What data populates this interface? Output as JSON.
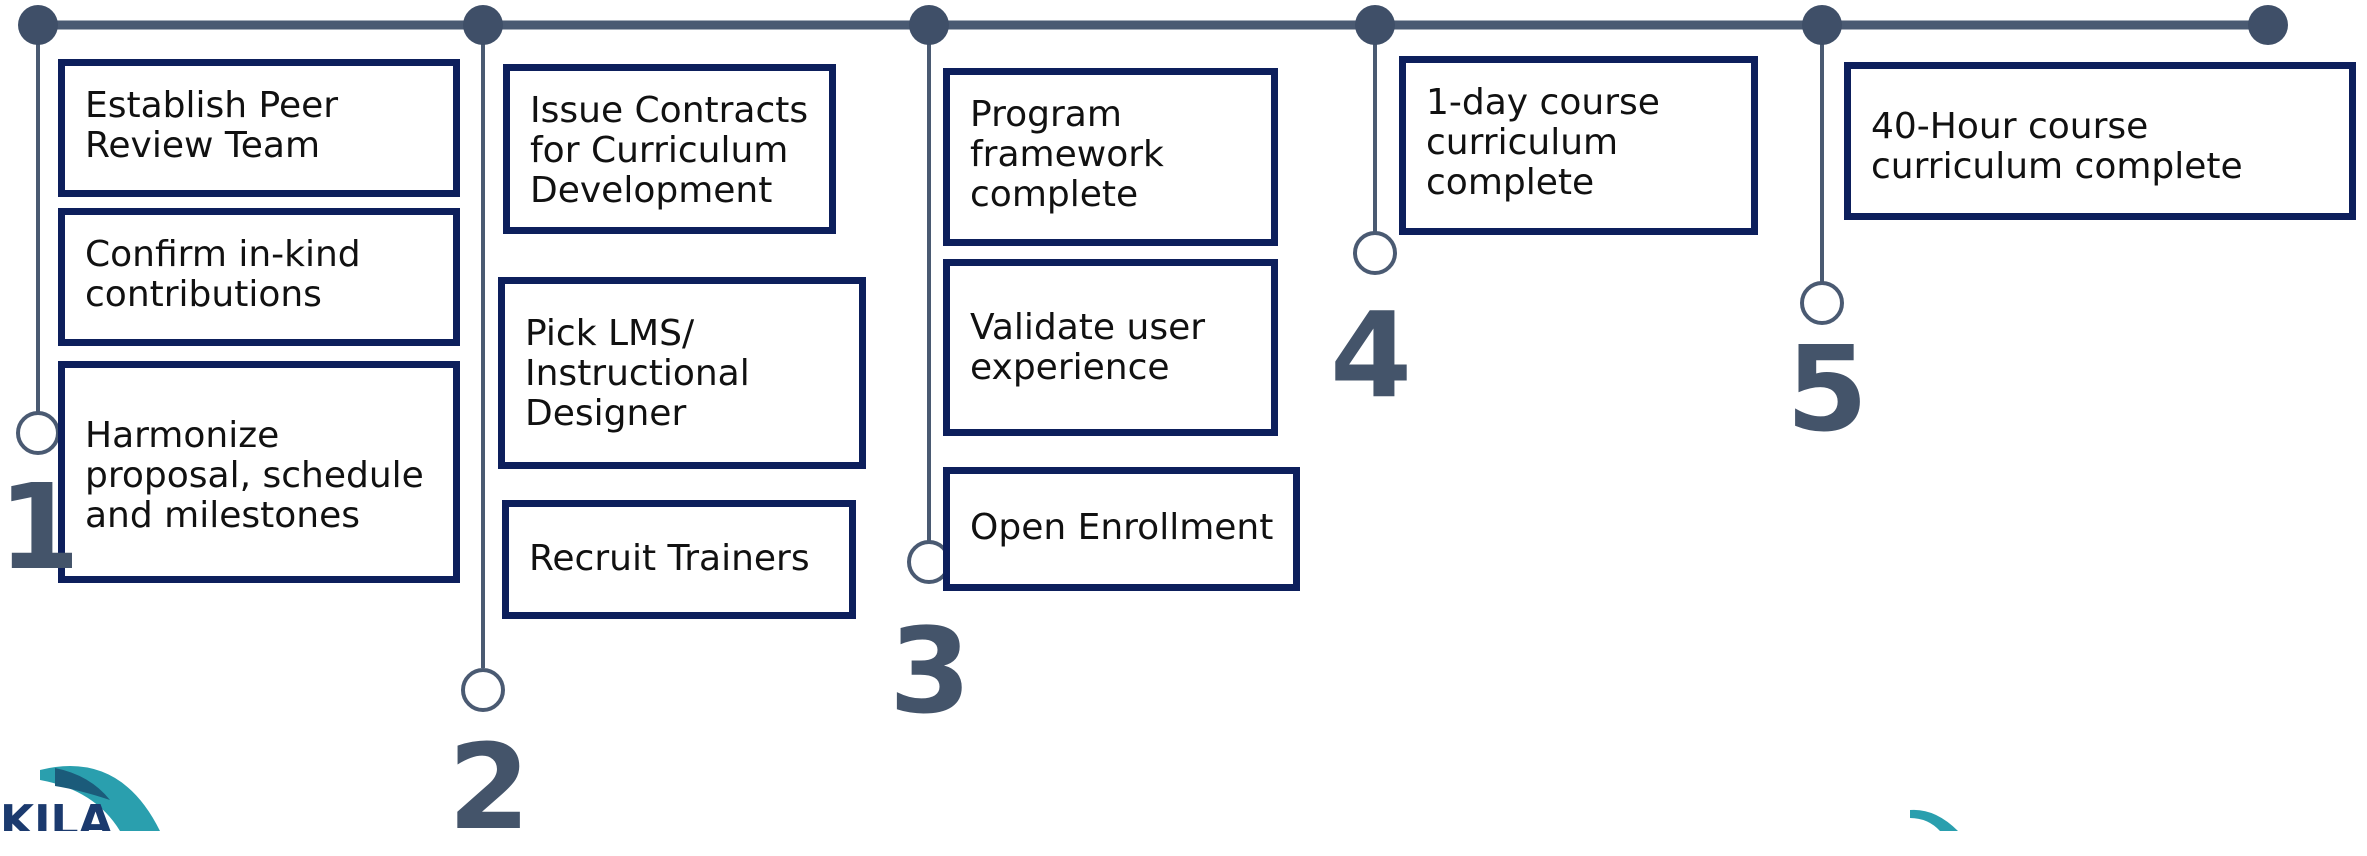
{
  "colors": {
    "line": "#4a5a72",
    "box_border": "#0d1f5c",
    "number": "#44546a",
    "logo": "#2a9fae"
  },
  "milestones": [
    {
      "number": "1",
      "tasks": [
        "Establish Peer Review Team",
        "Confirm in-kind contributions",
        "Harmonize proposal, schedule and milestones"
      ]
    },
    {
      "number": "2",
      "tasks": [
        "Issue Contracts for Curriculum Development",
        "Pick LMS/ Instructional Designer",
        "Recruit Trainers"
      ]
    },
    {
      "number": "3",
      "tasks": [
        "Program framework complete",
        "Validate user experience",
        "Open Enrollment"
      ]
    },
    {
      "number": "4",
      "tasks": [
        "1-day course curriculum complete"
      ]
    },
    {
      "number": "5",
      "tasks": [
        "40-Hour course curriculum complete"
      ]
    }
  ],
  "logo": {
    "text": "KILA"
  }
}
